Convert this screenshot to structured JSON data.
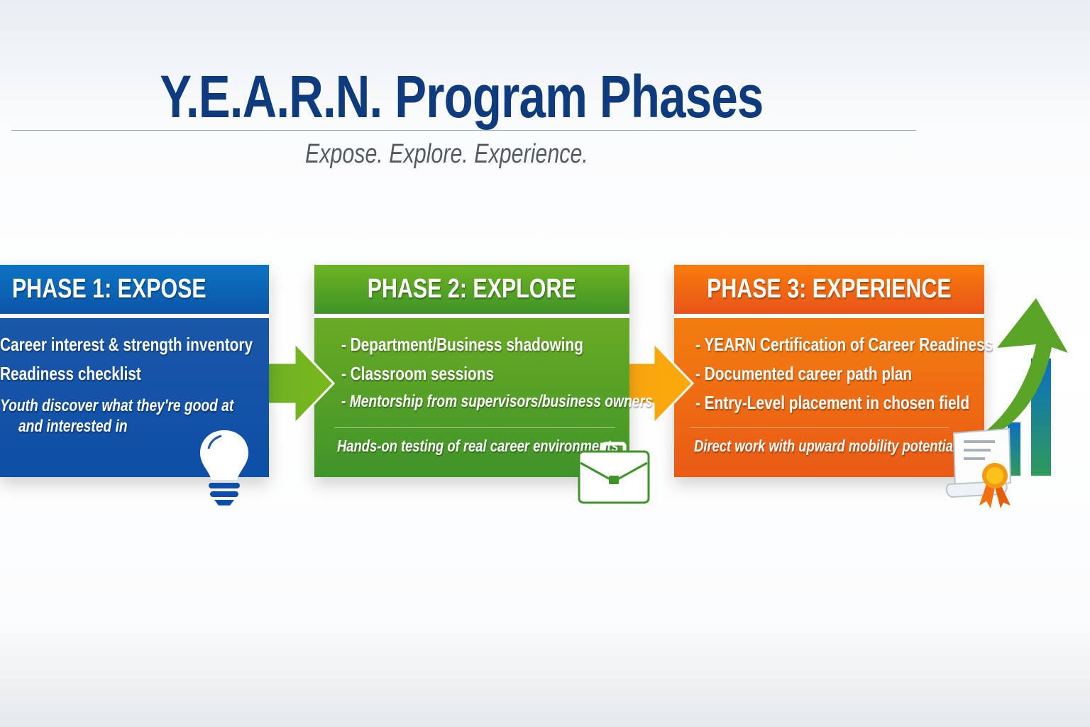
{
  "header": {
    "title": "Y.E.A.R.N. Program Phases",
    "subtitle": "Expose. Explore. Experience."
  },
  "phases": [
    {
      "title": "PHASE 1: EXPOSE",
      "items": [
        "Career interest & strength inventory",
        "Readiness checklist"
      ],
      "outcome_line1": "Youth discover what they're good at",
      "outcome_line2": "and interested in",
      "icon": "lightbulb-icon",
      "color": "#0d5aab"
    },
    {
      "title": "PHASE 2: EXPLORE",
      "items": [
        "- Department/Business shadowing",
        "- Classroom sessions",
        "- Mentorship from supervisors/business owners"
      ],
      "outcome": "Hands-on testing of real career environments",
      "icon": "briefcase-icon",
      "color": "#4e9c26"
    },
    {
      "title": "PHASE 3: EXPERIENCE",
      "items": [
        "- YEARN Certification of Career Readiness",
        "- Documented career path plan",
        "- Entry-Level placement in chosen field"
      ],
      "outcome": "Direct work with upward mobility potential",
      "icon": "certificate-growth-icon",
      "color": "#f07012"
    }
  ]
}
